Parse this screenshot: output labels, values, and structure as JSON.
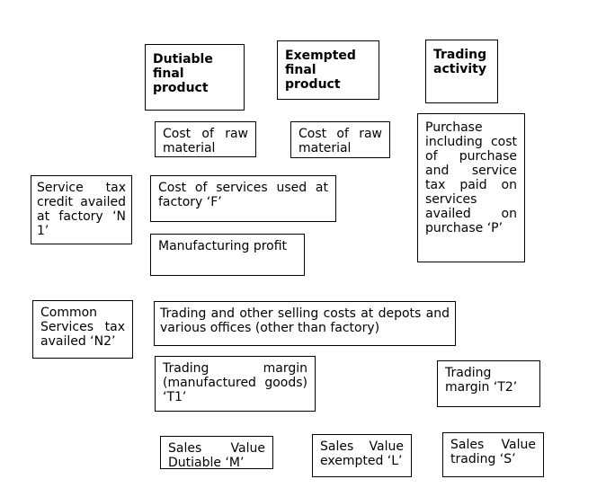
{
  "colors": {
    "background": "#ffffff",
    "box_border": "#000000",
    "text": "#000000"
  },
  "boxes": {
    "dutiable_header": {
      "lines": [
        "Dutiable",
        "final",
        "product"
      ]
    },
    "exempted_header": {
      "lines": [
        "Exempted",
        "final",
        "product"
      ]
    },
    "trading_header": {
      "lines": [
        "Trading",
        "activity"
      ]
    },
    "cost_raw_dutiable": {
      "lines": [
        "Cost of raw",
        "material"
      ]
    },
    "cost_raw_exempted": {
      "lines": [
        "Cost of raw",
        "material"
      ]
    },
    "purchase": {
      "lines": [
        "Purchase",
        "including cost",
        "of purchase",
        "and service",
        "tax paid on",
        "services",
        "availed on",
        "purchase ‘P’"
      ]
    },
    "service_tax_credit": {
      "lines": [
        "Service tax",
        "credit availed",
        "at factory ‘N",
        "1’"
      ]
    },
    "cost_services": {
      "lines": [
        "Cost of services used at",
        "factory ‘F’"
      ]
    },
    "manufacturing_profit": {
      "lines": [
        "Manufacturing profit"
      ]
    },
    "common_services_tax": {
      "lines": [
        "Common",
        "Services tax",
        "availed ‘N2’"
      ]
    },
    "trading_selling_costs": {
      "lines": [
        "Trading and other selling costs at depots and",
        "various offices (other than factory)"
      ]
    },
    "trading_margin_t1": {
      "lines": [
        "Trading margin",
        "(manufactured goods)",
        "‘T1’"
      ]
    },
    "trading_margin_t2": {
      "lines": [
        "Trading",
        "margin ‘T2’"
      ]
    },
    "sales_value_dutiable": {
      "lines": [
        "Sales Value",
        "Dutiable ‘M’"
      ]
    },
    "sales_value_exempted": {
      "lines": [
        "Sales Value",
        "exempted ‘L’"
      ]
    },
    "sales_value_trading": {
      "lines": [
        "Sales Value",
        "trading ‘S’"
      ]
    }
  }
}
